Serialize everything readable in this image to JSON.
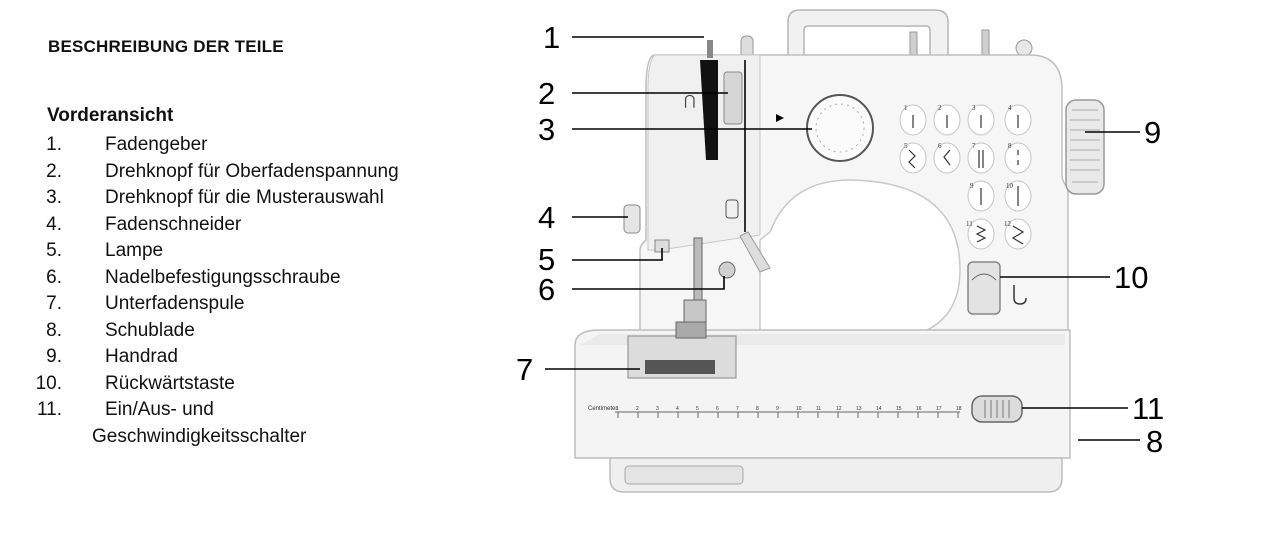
{
  "heading": "BESCHREIBUNG DER TEILE",
  "subheading": "Vorderansicht",
  "parts": [
    {
      "num": "1.",
      "label": "Fadengeber"
    },
    {
      "num": "2.",
      "label": "Drehknopf für Oberfadenspannung"
    },
    {
      "num": "3.",
      "label": "Drehknopf für die Musterauswahl"
    },
    {
      "num": "4.",
      "label": "Fadenschneider"
    },
    {
      "num": "5.",
      "label": "Lampe"
    },
    {
      "num": "6.",
      "label": "Nadelbefestigungsschraube"
    },
    {
      "num": "7.",
      "label": "Unterfadenspule"
    },
    {
      "num": "8.",
      "label": "Schublade"
    },
    {
      "num": "9.",
      "label": "Handrad"
    },
    {
      "num": "10.",
      "label": "Rückwärtstaste"
    },
    {
      "num": "11.",
      "label": "Ein/Aus- und",
      "continuation": "Geschwindigkeitsschalter"
    }
  ],
  "callouts": {
    "c1": "1",
    "c2": "2",
    "c3": "3",
    "c4": "4",
    "c5": "5",
    "c6": "6",
    "c7": "7",
    "c8": "8",
    "c9": "9",
    "c10": "10",
    "c11": "11"
  },
  "ruler_label": "Centimeter",
  "ruler_ticks": [
    "1",
    "2",
    "3",
    "4",
    "5",
    "6",
    "7",
    "8",
    "9",
    "10",
    "11",
    "12",
    "13",
    "14",
    "15",
    "16",
    "17",
    "18"
  ],
  "stitch_numbers": [
    "1",
    "2",
    "3",
    "4",
    "5",
    "6",
    "7",
    "8",
    "9",
    "10",
    "11",
    "12"
  ]
}
